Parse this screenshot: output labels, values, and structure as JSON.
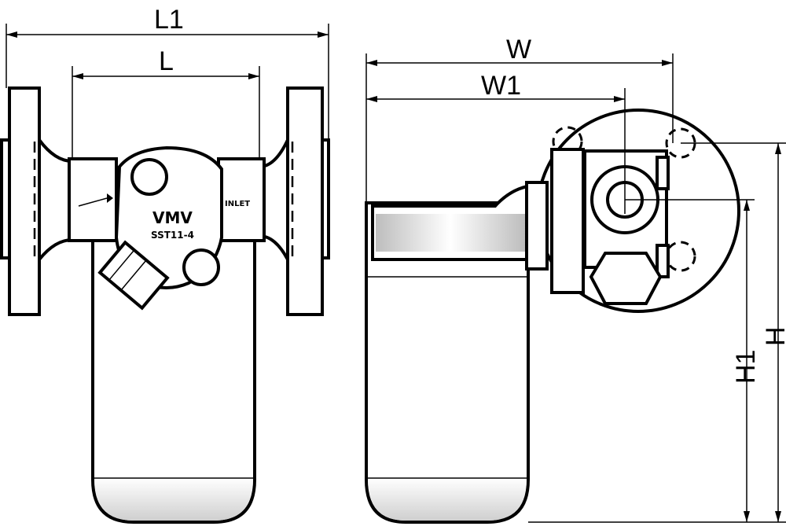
{
  "labels": {
    "l1": "L1",
    "l": "L",
    "w": "W",
    "w1": "W1",
    "h": "H",
    "h1": "H1"
  },
  "markings": {
    "brand": "VMV",
    "model": "SST11-4",
    "inlet": "INLET"
  }
}
